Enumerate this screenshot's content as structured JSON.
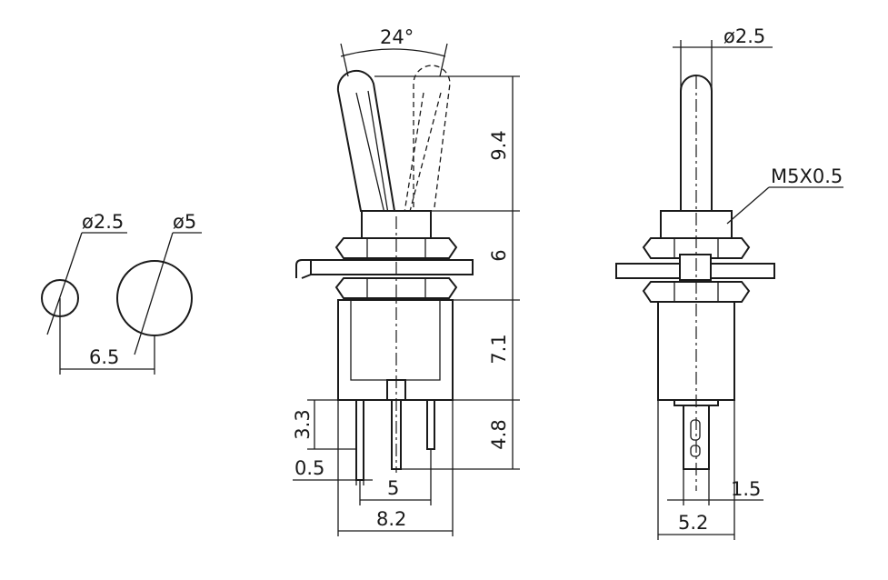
{
  "dimensions": {
    "angle": "24°",
    "hole_small_dia": "ø2.5",
    "hole_large_dia": "ø5",
    "hole_spacing": "6.5",
    "lever_height": "9.4",
    "bushing_height": "6",
    "body_height": "7.1",
    "terminal_length": "4.8",
    "terminal_exposed": "3.3",
    "terminal_thickness": "0.5",
    "terminal_pitch": "5",
    "body_width": "8.2",
    "side_lever_dia": "ø2.5",
    "thread_spec": "M5X0.5",
    "side_terminal_width": "1.5",
    "side_body_width": "5.2"
  },
  "colors": {
    "line": "#1a1a1a",
    "background": "#ffffff"
  }
}
